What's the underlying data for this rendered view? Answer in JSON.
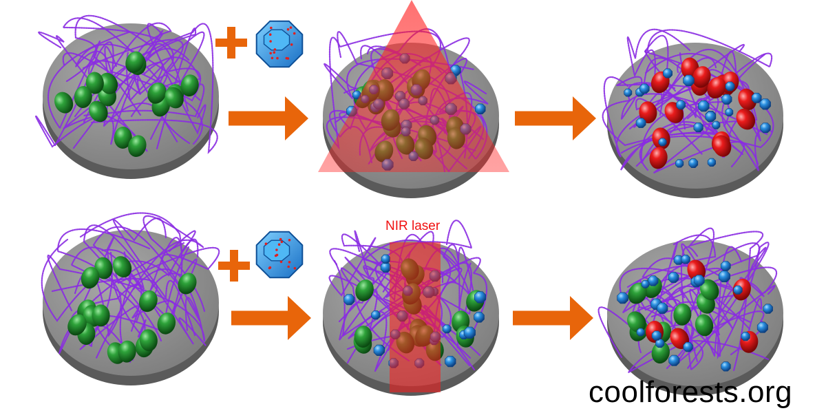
{
  "labels": {
    "laser": "NIR laser"
  },
  "watermark": "coolforests.org",
  "colors": {
    "disc_top": "#8e8e8e",
    "disc_side": "#5a5a5a",
    "polymer": "#8a2be2",
    "cell_green": "#1e8a2a",
    "cell_red": "#e0101a",
    "nanoparticle": "#2a8fe0",
    "arrow": "#e8650a",
    "laser": "#ff1a1a"
  },
  "icons": [
    "disc-substrate",
    "polymer-chain",
    "green-cell",
    "red-cell",
    "nanoparticle-polyhedron",
    "arrow-right",
    "plus-sign",
    "laser-beam"
  ]
}
